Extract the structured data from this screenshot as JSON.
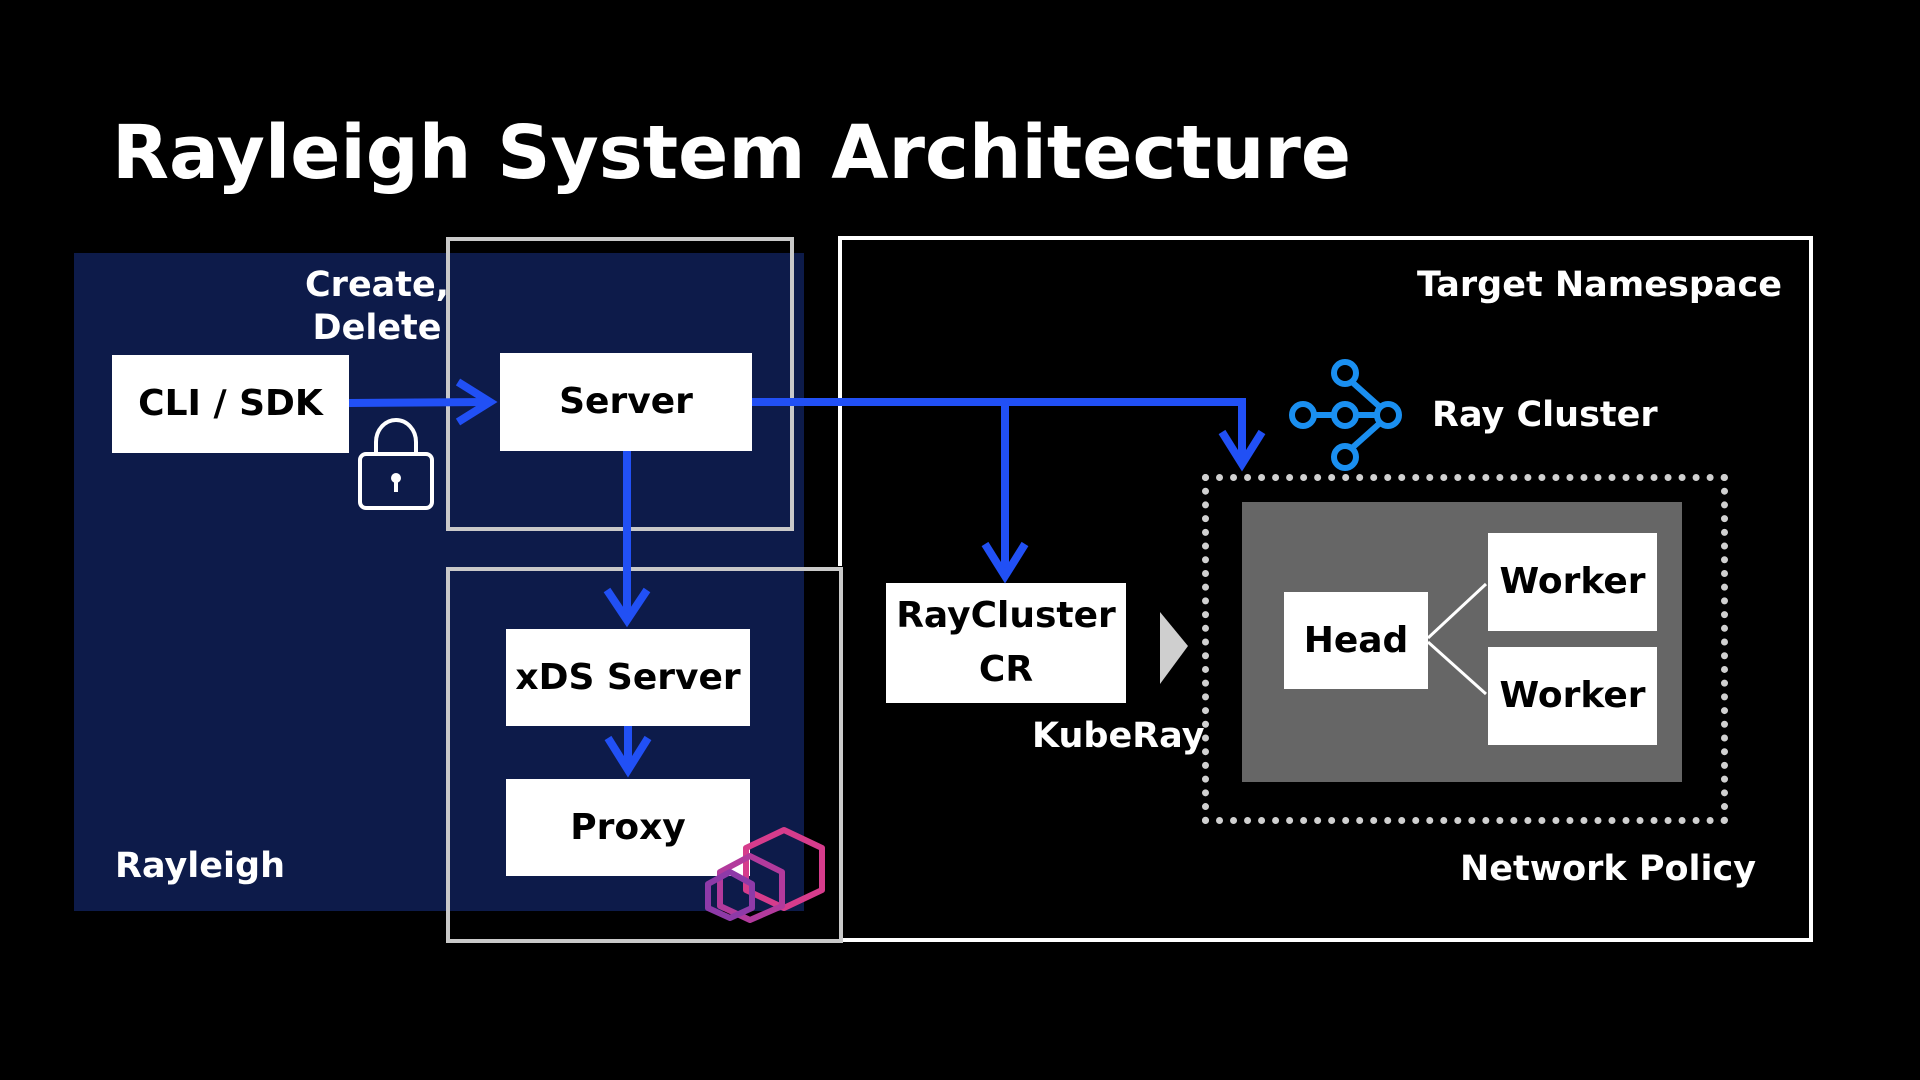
{
  "title": "Rayleigh System Architecture",
  "labels": {
    "create_delete_line1": "Create,",
    "create_delete_line2": "Delete",
    "rayleigh": "Rayleigh",
    "target_namespace": "Target Namespace",
    "ray_cluster": "Ray Cluster",
    "kuberay": "KubeRay",
    "network_policy": "Network Policy"
  },
  "nodes": {
    "cli_sdk": "CLI / SDK",
    "server": "Server",
    "xds_server": "xDS Server",
    "proxy": "Proxy",
    "raycluster_cr_line1": "RayCluster",
    "raycluster_cr_line2": "CR",
    "head": "Head",
    "worker_1": "Worker",
    "worker_2": "Worker"
  },
  "icons": {
    "lock": "lock-icon",
    "ray": "ray-logo-icon",
    "envoy": "envoy-logo-icon"
  },
  "colors": {
    "background": "#000000",
    "rayleigh_panel": "#0d1b4a",
    "arrow_blue": "#2150f5",
    "frame_gray": "#c9c9c9",
    "cluster_gray": "#666666",
    "ray_logo_blue": "#1a8ff0",
    "envoy_magenta": "#c0368a"
  }
}
